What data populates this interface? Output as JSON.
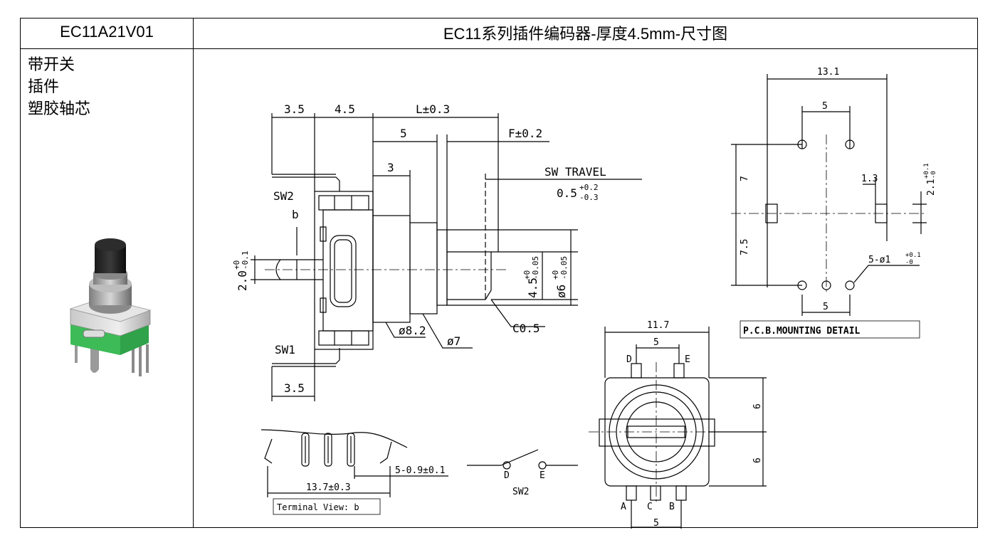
{
  "header": {
    "part_number": "EC11A21V01",
    "title": "EC11系列插件编码器-厚度4.5mm-尺寸图"
  },
  "features": [
    "带开关",
    "插件",
    "塑胶轴芯"
  ],
  "side_view": {
    "dims": {
      "d1": "3.5",
      "d2": "4.5",
      "d3": "L±0.3",
      "d4": "5",
      "d5": "F±0.2",
      "d6": "3",
      "sw_travel": "SW TRAVEL",
      "sw_travel_val": "0.5",
      "sw_travel_tol_plus": "+0.2",
      "sw_travel_tol_minus": "-0.3",
      "bottom_dim": "3.5",
      "shaft_small": "4.5",
      "shaft_small_tol_plus": "+0",
      "shaft_small_tol_minus": "-0.05",
      "shaft_large": "ø6",
      "shaft_large_tol_plus": "+0",
      "shaft_large_tol_minus": "-0.05",
      "pin_dia": "2.0",
      "pin_tol_plus": "+0",
      "pin_tol_minus": "-0.1",
      "chamfer": "C0.5",
      "bush1": "ø8.2",
      "bush2": "ø7"
    },
    "labels": {
      "sw2": "SW2",
      "sw1": "SW1",
      "b": "b"
    }
  },
  "pcb": {
    "w_total": "13.1",
    "w_inner": "5",
    "h_top": "7",
    "h_bottom": "7.5",
    "pad_w": "1.3",
    "pad_h": "2.1",
    "pad_h_tol_plus": "+0.1",
    "pad_h_tol_minus": "-0",
    "holes": "5-ø1",
    "holes_tol_plus": "+0.1",
    "holes_tol_minus": "-0",
    "bottom_pitch": "5",
    "caption": "P.C.B.MOUNTING DETAIL"
  },
  "top_view": {
    "width": "11.7",
    "pitch_top": "5",
    "pitch_bottom": "5",
    "h1": "6",
    "h2": "6",
    "pins": [
      "D",
      "E",
      "A",
      "C",
      "B"
    ]
  },
  "terminal": {
    "pitch": "5-0.9±0.1",
    "span": "13.7±0.3",
    "caption": "Terminal View: b"
  },
  "switch": {
    "d": "D",
    "e": "E",
    "name": "SW2"
  }
}
